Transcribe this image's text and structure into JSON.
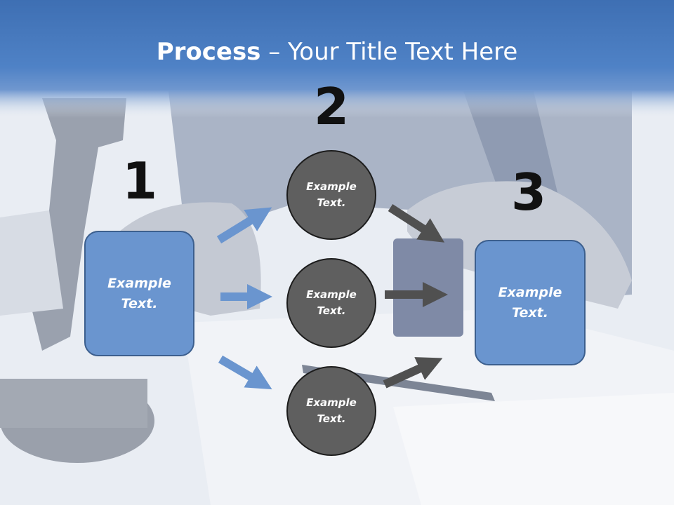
{
  "title": {
    "bold": "Process",
    "rest": " – Your Title Text Here"
  },
  "steps": [
    {
      "number": "1",
      "text": "Example Text."
    },
    {
      "number": "2",
      "circles": [
        "Example Text.",
        "Example Text.",
        "Example Text."
      ]
    },
    {
      "number": "3",
      "text": "Example Text."
    }
  ],
  "colors": {
    "header": "#4a7cc0",
    "box_fill": "#6a95cf",
    "circle_fill": "#5f5f5f",
    "blue_arrow": "#6a95cf",
    "gray_arrow": "#505050"
  }
}
